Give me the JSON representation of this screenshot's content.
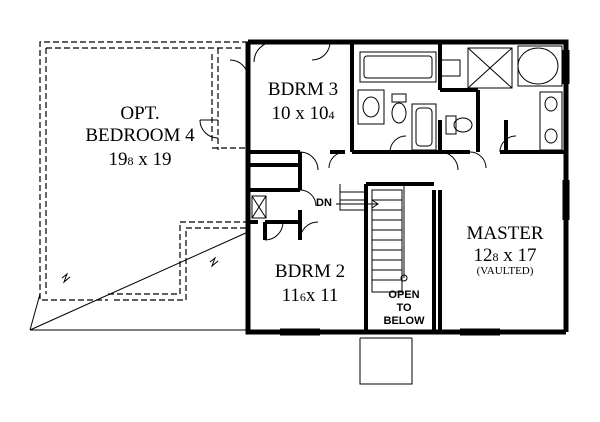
{
  "rooms": {
    "opt_bedroom4": {
      "line1": "OPT.",
      "line2": "BEDROOM 4",
      "dim_a": "19",
      "dim_a_sub": "8",
      "dim_b": " x 19"
    },
    "bdrm3": {
      "name": "BDRM 3",
      "dim_a": "10 x 10",
      "dim_a_sub": "4"
    },
    "bdrm2": {
      "name": "BDRM 2",
      "dim_a": "11",
      "dim_a_sub": "6",
      "dim_b": "x 11"
    },
    "master": {
      "name": "MASTER",
      "dim_a": "12",
      "dim_a_sub": "8",
      "dim_b": " x 17",
      "note": "(VAULTED)"
    }
  },
  "stair": {
    "dn_label": "DN",
    "open_line1": "OPEN",
    "open_line2": "TO",
    "open_line3": "BELOW"
  }
}
